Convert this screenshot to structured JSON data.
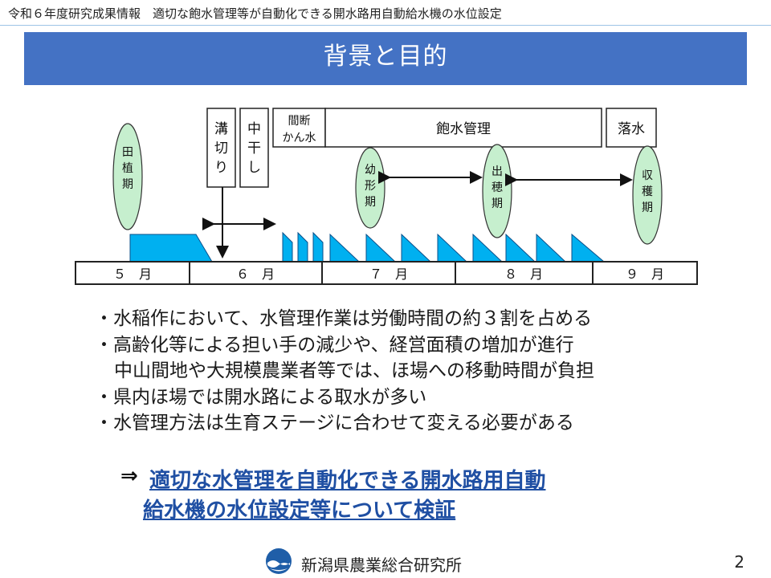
{
  "header": {
    "text": "令和６年度研究成果情報　適切な飽水管理等が自動化できる開水路用自動給水機の水位設定"
  },
  "title": "背景と目的",
  "diagram": {
    "top_boxes": {
      "mizo": [
        "溝",
        "切",
        "り"
      ],
      "naka": [
        "中",
        "干",
        "し"
      ],
      "kandan": [
        "間断",
        "かん水"
      ],
      "housui": "飽水管理",
      "rakusui": "落水"
    },
    "stages": {
      "taue": [
        "田",
        "植",
        "期"
      ],
      "youkei": [
        "幼",
        "形",
        "期"
      ],
      "shussui": [
        "出",
        "穂",
        "期"
      ],
      "shuukaku": [
        "収",
        "穫",
        "期"
      ]
    },
    "months": [
      "５　月",
      "６　月",
      "７　月",
      "８　月",
      "９　月"
    ]
  },
  "bullets": [
    "・水稲作において、水管理作業は労働時間の約３割を占める",
    "・高齢化等による担い手の減少や、経営面積の増加が進行",
    "中山間地や大規模農業者等では、ほ場への移動時間が負担",
    "・県内ほ場では開水路による取水が多い",
    "・水管理方法は生育ステージに合わせて変える必要がある"
  ],
  "conclusion": {
    "arrow": "⇒",
    "line1": "適切な水管理を自動化できる開水路用自動",
    "line2": "給水機の水位設定等について検証"
  },
  "footer": {
    "org": "新潟県農業総合研究所",
    "page": "2"
  },
  "colors": {
    "title_bar": "#4472c4",
    "water": "#00b0f0",
    "stage_ellipse": "#c6efce",
    "link": "#1f4fa3"
  }
}
